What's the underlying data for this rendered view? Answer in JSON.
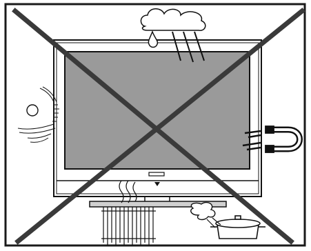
{
  "figure": {
    "kind": "safety-warning-illustration",
    "subject": "television",
    "hazards": [
      "rain-water",
      "sunlight-heat",
      "magnet",
      "cooking-steam",
      "heater-radiator"
    ],
    "prohibited": true
  },
  "colors": {
    "frame": "#1a1a1a",
    "screen": "#9a9a9a",
    "cross": "#3a3a3a",
    "line": "#111111",
    "background": "#ffffff"
  },
  "icons": {
    "cloud": "rain-cloud-icon",
    "drop": "water-drop-icon",
    "sun": "sun-icon",
    "magnet": "magnet-icon",
    "pot": "cooking-pot-icon",
    "steam": "steam-icon",
    "heater": "heater-icon"
  }
}
